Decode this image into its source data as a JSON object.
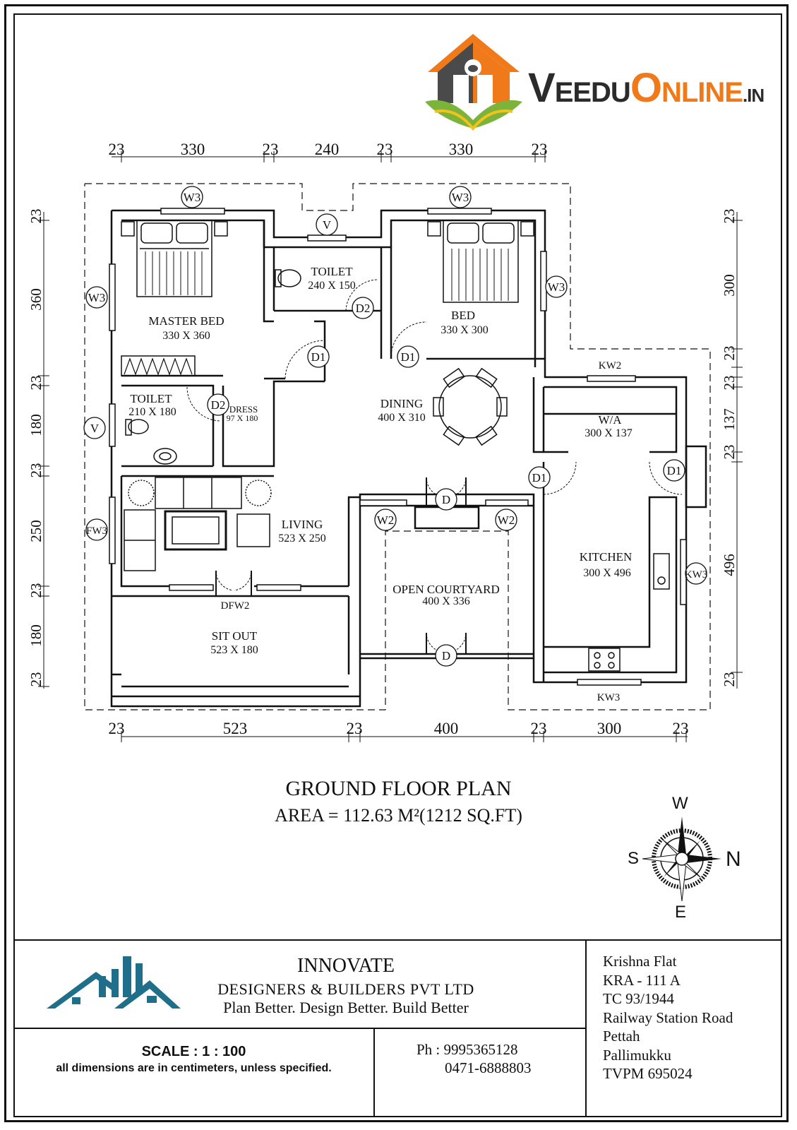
{
  "brand": {
    "part1": "V",
    "part2": "EEDU",
    "part3": "O",
    "part4": "NLINE",
    "part5": ".IN"
  },
  "plan": {
    "title": "GROUND FLOOR PLAN",
    "area": "AREA = 112.63 M²(1212 SQ.FT)"
  },
  "dimensions": {
    "top": [
      "23",
      "330",
      "23",
      "240",
      "23",
      "330",
      "23"
    ],
    "bottom": [
      "23",
      "523",
      "23",
      "400",
      "23",
      "300",
      "23"
    ],
    "left": [
      "23",
      "360",
      "23",
      "180",
      "23",
      "250",
      "23",
      "180",
      "23"
    ],
    "right": [
      "23",
      "300",
      "23",
      "23",
      "137",
      "23",
      "496",
      "23"
    ]
  },
  "rooms": [
    {
      "name": "MASTER BED",
      "size": "330 X 360"
    },
    {
      "name": "TOILET",
      "size": "240 X 150"
    },
    {
      "name": "BED",
      "size": "330 X 300"
    },
    {
      "name": "TOILET",
      "size": "210 X 180"
    },
    {
      "name": "DRESS",
      "size": "97 X 180"
    },
    {
      "name": "DINING",
      "size": "400 X 310"
    },
    {
      "name": "W/A",
      "size": "300 X 137"
    },
    {
      "name": "LIVING",
      "size": "523 X 250"
    },
    {
      "name": "KITCHEN",
      "size": "300 X 496"
    },
    {
      "name": "OPEN COURTYARD",
      "size": "400 X 336"
    },
    {
      "name": "SIT OUT",
      "size": "523 X 180"
    }
  ],
  "openings": {
    "w3_top_left": "W3",
    "w3_top_right": "W3",
    "v_top": "V",
    "w3_left": "W3",
    "w3_right": "W3",
    "d2_toilet": "D2",
    "d1_master": "D1",
    "d1_bed": "D1",
    "kw2": "KW2",
    "d2_dress": "D2",
    "v_left": "V",
    "d1_dining": "D1",
    "d1_kitchen": "D1",
    "d_court_top": "D",
    "w2_left": "W2",
    "w2_right": "W2",
    "fw3": "FW3",
    "kw3_right": "KW3",
    "dfw2": "DFW2",
    "d_court_bottom": "D",
    "kw3_bottom": "KW3"
  },
  "compass": {
    "top": "W",
    "left": "S",
    "right": "N",
    "bottom": "E"
  },
  "company": {
    "name": "INNOVATE",
    "subtitle": "DESIGNERS & BUILDERS PVT LTD",
    "tagline": "Plan Better. Design Better. Build Better"
  },
  "scale": {
    "label": "SCALE : 1 : 100",
    "note": "all dimensions are in centimeters, unless specified."
  },
  "phone": {
    "line1": "Ph : 9995365128",
    "line2": "0471-6888803"
  },
  "address": [
    "Krishna Flat",
    "KRA - 111 A",
    "TC 93/1944",
    "Railway Station Road",
    "Pettah",
    "Pallimukku",
    "TVPM  695024"
  ],
  "colors": {
    "brand_orange": "#f07a1a",
    "brand_dark": "#2b2b2b",
    "brand_green": "#7cb33a",
    "logo_teal": "#1f6f8b"
  }
}
